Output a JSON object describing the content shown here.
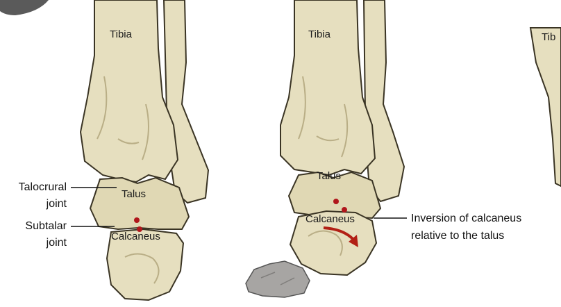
{
  "colors": {
    "bone_fill": "#e6dfbf",
    "bone_shadow": "#b9ae86",
    "bone_outline": "#3a3424",
    "joint_dot": "#b0161b",
    "arrow": "#b22015",
    "rock": "#a7a5a3",
    "background": "#ffffff"
  },
  "panels": [
    {
      "bones": {
        "tibia": "Tibia",
        "talus": "Talus",
        "calcaneus": "Calcaneus"
      },
      "callouts": {
        "talocrural_line1": "Talocrural",
        "talocrural_line2": "joint",
        "subtalar_line1": "Subtalar",
        "subtalar_line2": "joint"
      }
    },
    {
      "bones": {
        "tibia": "Tibia",
        "talus": "Talus",
        "calcaneus": "Calcaneus"
      },
      "callouts": {
        "inversion_line1": "Inversion of calcaneus",
        "inversion_line2": "relative to the talus"
      }
    },
    {
      "bones": {
        "tibia_partial": "Tib"
      }
    }
  ]
}
